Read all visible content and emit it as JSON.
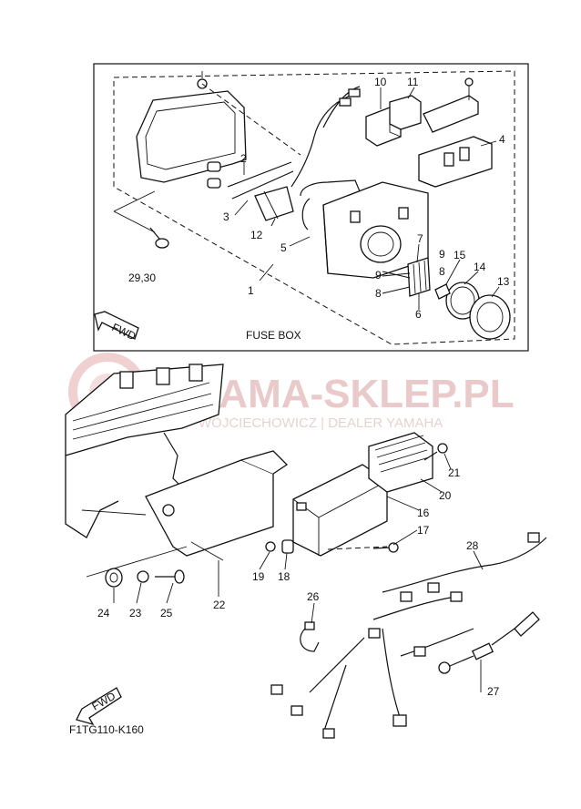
{
  "diagram": {
    "fuse_box_label": "FUSE BOX",
    "fwd_label": "FWD",
    "code": "F1TG110-K160",
    "watermark": {
      "title": "YAMA-SKLEP.PL",
      "subtitle": "WOJCIECHOWICZ | DEALER YAMAHA"
    },
    "part_labels": {
      "p1": "1",
      "p2": "2",
      "p3": "3",
      "p4": "4",
      "p5": "5",
      "p6": "6",
      "p7": "7",
      "p8a": "8",
      "p8b": "8",
      "p9a": "9",
      "p9b": "9",
      "p10": "10",
      "p11": "11",
      "p12": "12",
      "p13": "13",
      "p14": "14",
      "p15": "15",
      "p16": "16",
      "p17": "17",
      "p18": "18",
      "p19": "19",
      "p20": "20",
      "p21": "21",
      "p22": "22",
      "p23": "23",
      "p24": "24",
      "p25": "25",
      "p26": "26",
      "p27": "27",
      "p28": "28",
      "p2930": "29,30"
    }
  }
}
